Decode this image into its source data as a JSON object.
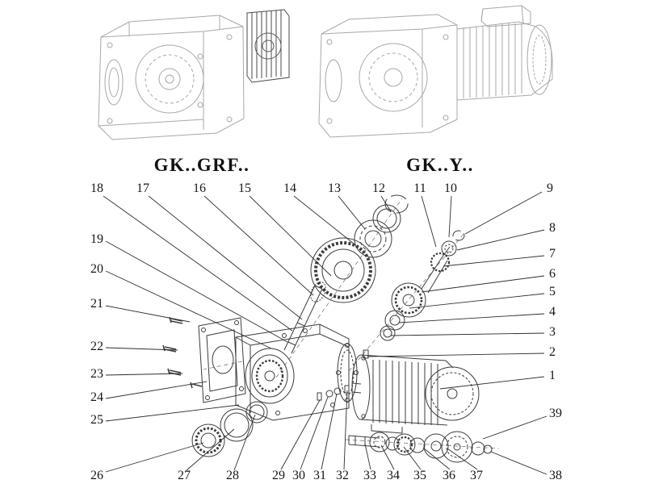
{
  "titles": {
    "left": "GK..GRF..",
    "right": "GK..Y.."
  },
  "callouts": {
    "n1": "1",
    "n2": "2",
    "n3": "3",
    "n4": "4",
    "n5": "5",
    "n6": "6",
    "n7": "7",
    "n8": "8",
    "n9": "9",
    "n10": "10",
    "n11": "11",
    "n12": "12",
    "n13": "13",
    "n14": "14",
    "n15": "15",
    "n16": "16",
    "n17": "17",
    "n18": "18",
    "n19": "19",
    "n20": "20",
    "n21": "21",
    "n22": "22",
    "n23": "23",
    "n24": "24",
    "n25": "25",
    "n26": "26",
    "n27": "27",
    "n28": "28",
    "n29": "29",
    "n30": "30",
    "n31": "31",
    "n32": "32",
    "n33": "33",
    "n34": "34",
    "n35": "35",
    "n36": "36",
    "n37": "37",
    "n38": "38",
    "n39": "39"
  },
  "colors": {
    "line_ink": "#3c3c3c",
    "faded_ink": "#a8a8a8",
    "leader_ink": "#2e2e2e"
  }
}
